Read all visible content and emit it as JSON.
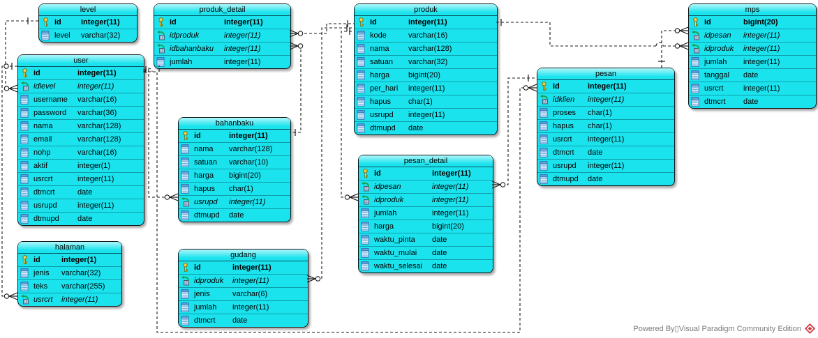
{
  "footer": {
    "text": "Powered By▯Visual Paradigm Community Edition"
  },
  "colors": {
    "table_fill": "#1be3ee",
    "table_border": "#101418",
    "line": "#1a1a1a",
    "footer_text": "#7b7b7b",
    "logo_red": "#ce3339",
    "pk_icon_yellow": "#ffe34d",
    "fk_arrow_green": "#1e9e4a"
  },
  "tables": [
    {
      "name": "level",
      "columns": [
        {
          "key": "pk",
          "name": "id",
          "type": "integer(11)"
        },
        {
          "key": "col",
          "name": "level",
          "type": "varchar(32)"
        }
      ]
    },
    {
      "name": "user",
      "columns": [
        {
          "key": "pk",
          "name": "id",
          "type": "integer(11)"
        },
        {
          "key": "fk",
          "name": "idlevel",
          "type": "integer(11)"
        },
        {
          "key": "col",
          "name": "username",
          "type": "varchar(16)"
        },
        {
          "key": "col",
          "name": "password",
          "type": "varchar(36)"
        },
        {
          "key": "col",
          "name": "nama",
          "type": "varchar(128)"
        },
        {
          "key": "col",
          "name": "email",
          "type": "varchar(128)"
        },
        {
          "key": "col",
          "name": "nohp",
          "type": "varchar(16)"
        },
        {
          "key": "col",
          "name": "aktif",
          "type": "integer(1)"
        },
        {
          "key": "col",
          "name": "usrcrt",
          "type": "integer(11)"
        },
        {
          "key": "col",
          "name": "dtmcrt",
          "type": "date"
        },
        {
          "key": "col",
          "name": "usrupd",
          "type": "integer(11)"
        },
        {
          "key": "col",
          "name": "dtmupd",
          "type": "date"
        }
      ]
    },
    {
      "name": "halaman",
      "columns": [
        {
          "key": "pk",
          "name": "id",
          "type": "integer(1)"
        },
        {
          "key": "col",
          "name": "jenis",
          "type": "varchar(32)"
        },
        {
          "key": "col",
          "name": "teks",
          "type": "varchar(255)"
        },
        {
          "key": "fk",
          "name": "usrcrt",
          "type": "integer(11)"
        }
      ]
    },
    {
      "name": "produk_detail",
      "columns": [
        {
          "key": "pk",
          "name": "id",
          "type": "integer(11)"
        },
        {
          "key": "fk",
          "name": "idproduk",
          "type": "integer(11)"
        },
        {
          "key": "fk",
          "name": "idbahanbaku",
          "type": "integer(11)"
        },
        {
          "key": "col",
          "name": "jumlah",
          "type": "integer(11)"
        }
      ]
    },
    {
      "name": "bahanbaku",
      "columns": [
        {
          "key": "pk",
          "name": "id",
          "type": "integer(11)"
        },
        {
          "key": "col",
          "name": "nama",
          "type": "varchar(128)"
        },
        {
          "key": "col",
          "name": "satuan",
          "type": "varchar(10)"
        },
        {
          "key": "col",
          "name": "harga",
          "type": "bigint(20)"
        },
        {
          "key": "col",
          "name": "hapus",
          "type": "char(1)"
        },
        {
          "key": "fk",
          "name": "usrupd",
          "type": "integer(11)"
        },
        {
          "key": "col",
          "name": "dtmupd",
          "type": "date"
        }
      ]
    },
    {
      "name": "gudang",
      "columns": [
        {
          "key": "pk",
          "name": "id",
          "type": "integer(11)"
        },
        {
          "key": "fk",
          "name": "idproduk",
          "type": "integer(11)"
        },
        {
          "key": "col",
          "name": "jenis",
          "type": "varchar(6)"
        },
        {
          "key": "col",
          "name": "jumlah",
          "type": "integer(11)"
        },
        {
          "key": "col",
          "name": "dtmcrt",
          "type": "date"
        }
      ]
    },
    {
      "name": "produk",
      "columns": [
        {
          "key": "pk",
          "name": "id",
          "type": "integer(11)"
        },
        {
          "key": "col",
          "name": "kode",
          "type": "varchar(16)"
        },
        {
          "key": "col",
          "name": "nama",
          "type": "varchar(128)"
        },
        {
          "key": "col",
          "name": "satuan",
          "type": "varchar(32)"
        },
        {
          "key": "col",
          "name": "harga",
          "type": "bigint(20)"
        },
        {
          "key": "col",
          "name": "per_hari",
          "type": "integer(11)"
        },
        {
          "key": "col",
          "name": "hapus",
          "type": "char(1)"
        },
        {
          "key": "col",
          "name": "usrupd",
          "type": "integer(11)"
        },
        {
          "key": "col",
          "name": "dtmupd",
          "type": "date"
        }
      ]
    },
    {
      "name": "pesan_detail",
      "columns": [
        {
          "key": "pk",
          "name": "id",
          "type": "integer(11)"
        },
        {
          "key": "fk",
          "name": "idpesan",
          "type": "integer(11)"
        },
        {
          "key": "fk",
          "name": "idproduk",
          "type": "integer(11)"
        },
        {
          "key": "col",
          "name": "jumlah",
          "type": "integer(11)"
        },
        {
          "key": "col",
          "name": "harga",
          "type": "bigint(20)"
        },
        {
          "key": "col",
          "name": "waktu_pinta",
          "type": "date"
        },
        {
          "key": "col",
          "name": "waktu_mulai",
          "type": "date"
        },
        {
          "key": "col",
          "name": "waktu_selesai",
          "type": "date"
        }
      ]
    },
    {
      "name": "pesan",
      "columns": [
        {
          "key": "pk",
          "name": "id",
          "type": "integer(11)"
        },
        {
          "key": "fk",
          "name": "idklien",
          "type": "integer(11)"
        },
        {
          "key": "col",
          "name": "proses",
          "type": "char(1)"
        },
        {
          "key": "col",
          "name": "hapus",
          "type": "char(1)"
        },
        {
          "key": "col",
          "name": "usrcrt",
          "type": "integer(11)"
        },
        {
          "key": "col",
          "name": "dtmcrt",
          "type": "date"
        },
        {
          "key": "col",
          "name": "usrupd",
          "type": "integer(11)"
        },
        {
          "key": "col",
          "name": "dtmupd",
          "type": "date"
        }
      ]
    },
    {
      "name": "mps",
      "columns": [
        {
          "key": "pk",
          "name": "id",
          "type": "bigint(20)"
        },
        {
          "key": "fk",
          "name": "idpesan",
          "type": "integer(11)"
        },
        {
          "key": "fk",
          "name": "idproduk",
          "type": "integer(11)"
        },
        {
          "key": "col",
          "name": "jumlah",
          "type": "integer(11)"
        },
        {
          "key": "col",
          "name": "tanggal",
          "type": "date"
        },
        {
          "key": "col",
          "name": "usrcrt",
          "type": "integer(11)"
        },
        {
          "key": "col",
          "name": "dtmcrt",
          "type": "date"
        }
      ]
    }
  ],
  "relationships": [
    {
      "id": "level_user",
      "one": "level.id",
      "many": "user.idlevel"
    },
    {
      "id": "user_halaman",
      "one": "user.id",
      "many": "halaman.usrcrt"
    },
    {
      "id": "user_bahanbaku",
      "one": "user.id",
      "many": "bahanbaku.usrupd"
    },
    {
      "id": "user_pesan",
      "one": "user.id",
      "many": "pesan"
    },
    {
      "id": "produk_produkdetail",
      "one": "produk.id",
      "many": "produk_detail.idproduk"
    },
    {
      "id": "bahanbaku_produkdetail",
      "one": "bahanbaku.id",
      "many": "produk_detail.idbahanbaku"
    },
    {
      "id": "produk_gudang",
      "one": "produk.id",
      "many": "gudang.idproduk"
    },
    {
      "id": "produk_pesandetail",
      "one": "produk.id",
      "many": "pesan_detail.idproduk"
    },
    {
      "id": "pesan_pesandetail",
      "one": "pesan.id",
      "many": "pesan_detail.idpesan"
    },
    {
      "id": "pesan_mps",
      "one": "pesan.id",
      "many": "mps.idpesan"
    },
    {
      "id": "produk_mps",
      "one": "produk.id",
      "many": "mps.idproduk"
    }
  ]
}
